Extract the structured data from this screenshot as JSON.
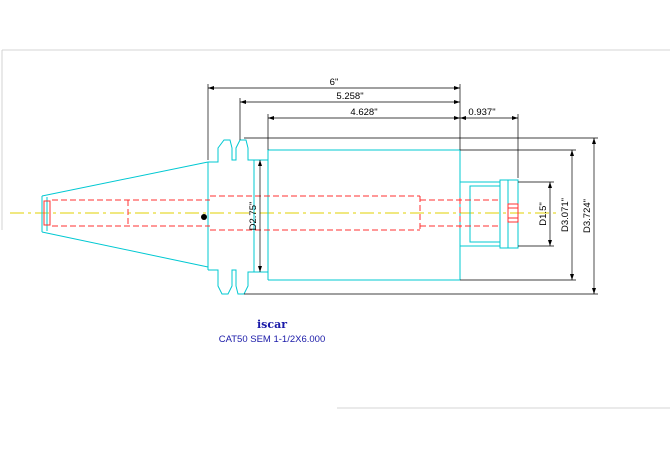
{
  "drawing": {
    "logo_text": "iscar",
    "caption": "CAT50 SEM 1-1/2X6.000",
    "dimensions": {
      "overall_length": "6\"",
      "length_2": "5.258\"",
      "length_3": "4.628\"",
      "length_4": "0.937\"",
      "diameter_flange": "D2.75\"",
      "diameter_bore": "D1.5\"",
      "diameter_body": "D3.071\"",
      "diameter_outer": "D3.724\""
    }
  },
  "colors": {
    "outline": "#00c8d2",
    "hidden_lines": "#ff3030",
    "centerline": "#e0d000",
    "dimension": "#000000",
    "logo": "#1a1aa8"
  }
}
